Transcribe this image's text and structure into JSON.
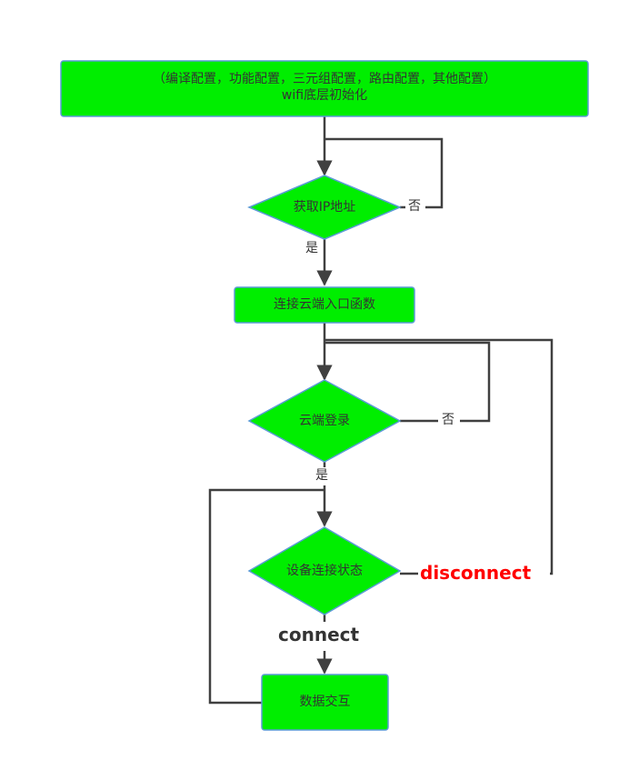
{
  "colors": {
    "node_fill": "#00ee00",
    "node_border": "#5b9bd5",
    "line": "#404040",
    "text": "#333333",
    "disconnect_text": "#ff0000"
  },
  "nodes": {
    "init": {
      "line1": "（编译配置，功能配置，三元组配置，路由配置，其他配置）",
      "line2": "wifi底层初始化"
    },
    "get_ip": {
      "label": "获取IP地址"
    },
    "connect_cloud": {
      "label": "连接云端入口函数"
    },
    "cloud_login": {
      "label": "云端登录"
    },
    "device_status": {
      "label": "设备连接状态"
    },
    "data_exchange": {
      "label": "数据交互"
    }
  },
  "edges": {
    "get_ip_no": "否",
    "get_ip_yes": "是",
    "login_no": "否",
    "login_yes": "是",
    "status_connect": "connect",
    "status_disconnect": "disconnect"
  }
}
